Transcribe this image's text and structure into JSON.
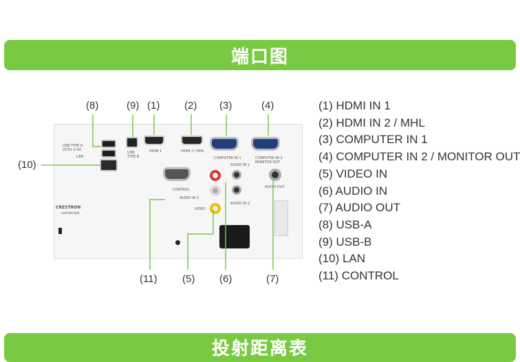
{
  "header_title": "端口图",
  "footer_title": "投射距离表",
  "callouts": {
    "c8": "(8)",
    "c9": "(9)",
    "c1": "(1)",
    "c2": "(2)",
    "c3": "(3)",
    "c4": "(4)",
    "c10": "(10)",
    "c11": "(11)",
    "c5": "(5)",
    "c6": "(6)",
    "c7": "(7)"
  },
  "panel_labels": {
    "usb_type_b": "USB\nTYPE B",
    "hdmi1": "HDMI 1",
    "hdmi2": "HDMI 2 / MHL",
    "computer_in1": "COMPUTER IN 1",
    "computer_in2": "COMPUTER IN 2\nMONITOR OUT",
    "usb_type_a": "USB TYPE A\nDC5V 0.5A",
    "lan": "LAN",
    "control": "CONTROL",
    "audio_in1": "AUDIO IN 1",
    "audio_in2": "AUDIO IN 2",
    "audio_in3": "AUDIO IN 3",
    "audio_out": "AUDIO OUT",
    "video": "VIDEO",
    "crestron": "CRESTRON",
    "connected": "connected"
  },
  "legend": [
    "(1) HDMI IN 1",
    "(2) HDMI IN 2 / MHL",
    "(3) COMPUTER IN 1",
    "(4) COMPUTER IN 2 / MONITOR OUT",
    "(5) VIDEO IN",
    "(6) AUDIO IN",
    "(7) AUDIO OUT",
    "(8) USB-A",
    "(9) USB-B",
    "(10) LAN",
    "(11) CONTROL"
  ],
  "colors": {
    "accent": "#7ac943",
    "leader_line": "#7ac943",
    "text": "#333333"
  }
}
